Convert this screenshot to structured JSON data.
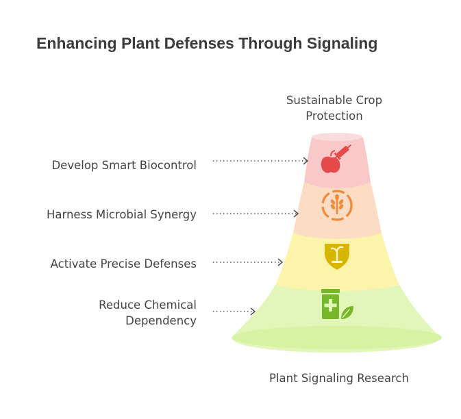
{
  "title": "Enhancing Plant Defenses Through Signaling",
  "top_label": [
    "Sustainable Crop",
    "Protection"
  ],
  "bottom_label": "Plant Signaling Research",
  "levels": [
    {
      "label": [
        "Develop Smart Biocontrol"
      ],
      "icon": "biocontrol-apple-syringe-icon",
      "color": "#f8c9c9",
      "icon_color": "#e54a4a"
    },
    {
      "label": [
        "Harness Microbial Synergy"
      ],
      "icon": "wheat-circle-icon",
      "color": "#fddcc3",
      "icon_color": "#ef8a3a"
    },
    {
      "label": [
        "Activate Precise Defenses"
      ],
      "icon": "shield-sprout-icon",
      "color": "#fcf3a8",
      "icon_color": "#d7b600"
    },
    {
      "label": [
        "Reduce Chemical",
        "Dependency"
      ],
      "icon": "medicine-jar-leaf-icon",
      "color": "#e2f7b7",
      "icon_color": "#77b82a"
    }
  ]
}
